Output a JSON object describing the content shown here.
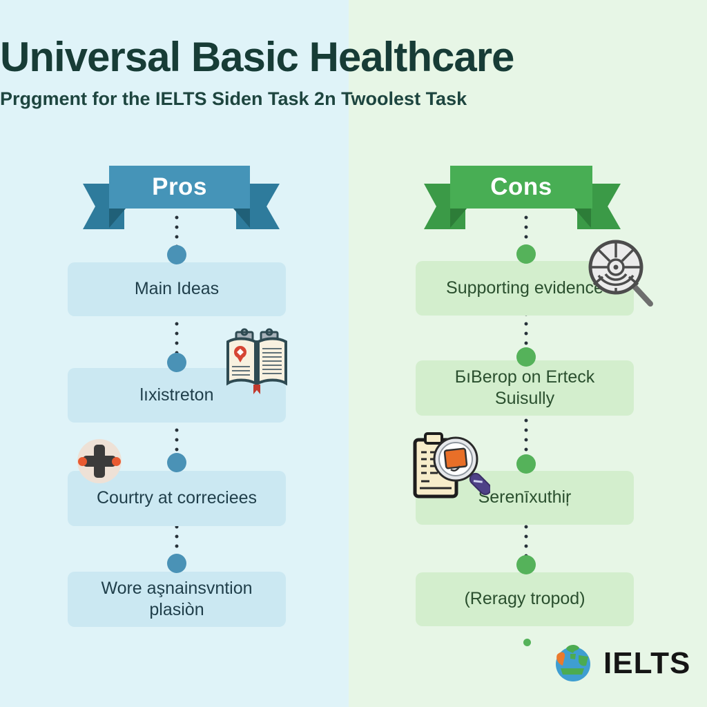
{
  "title": "Universal Basic Healthcare",
  "subtitle": "Prggment for the IELTS Siden Task 2n Twoolest Task",
  "columns": {
    "pros": {
      "header": "Pros",
      "items": [
        {
          "label": "Main Ideas"
        },
        {
          "label": "lıxistreton"
        },
        {
          "label": "Courtry at correciees"
        },
        {
          "label": "Wore aşnainsvntion plasiòn"
        }
      ]
    },
    "cons": {
      "header": "Cons",
      "items": [
        {
          "label": "Supporting evidence"
        },
        {
          "label": "БıBerop on Erteck Suisully"
        },
        {
          "label": "Serenīxuthiŗ"
        },
        {
          "label": "(Reragy tropod)"
        }
      ]
    }
  },
  "logo": {
    "label": "IELTS"
  },
  "icons": {
    "pros_item_2": "open-book-location-icon",
    "pros_item_3": "medical-cross-icon",
    "cons_item_1": "wheel-magnifier-icon",
    "cons_item_3": "notepad-magnifier-icon",
    "footer": "globe-logo-icon"
  },
  "colors": {
    "left_background": "#dff3f8",
    "right_background": "#e7f6e6",
    "pros_accent": "#4594b8",
    "cons_accent": "#48ae54",
    "pros_box": "#cbe8f2",
    "cons_box": "#d3eecd",
    "title_text": "#173c36"
  }
}
